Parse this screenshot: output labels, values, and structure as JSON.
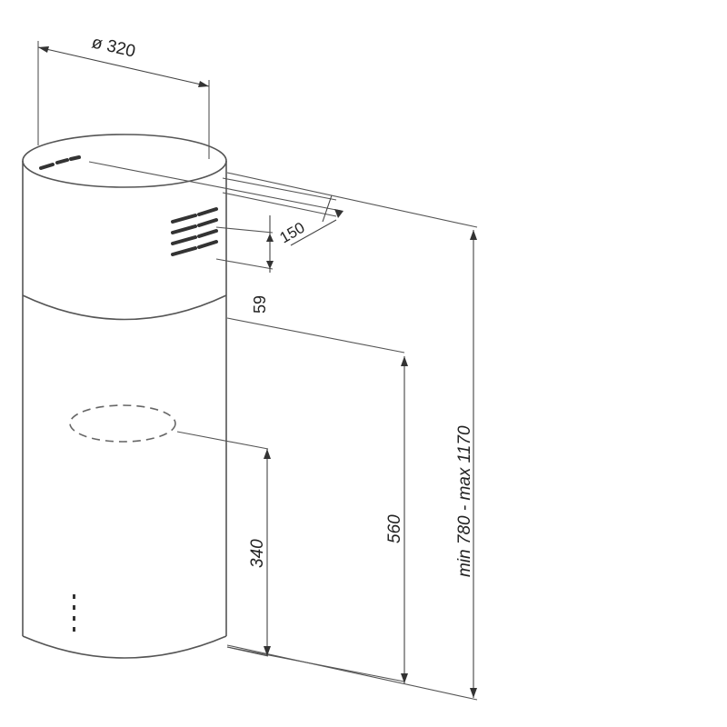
{
  "dimensions": {
    "diameter": "ø 320",
    "outlet_width": "150",
    "vent_offset": "59",
    "lower_height": "560",
    "hole_height": "340",
    "total_height": "min 780 - max 1170"
  },
  "colors": {
    "line": "#555555",
    "text": "#222222"
  }
}
